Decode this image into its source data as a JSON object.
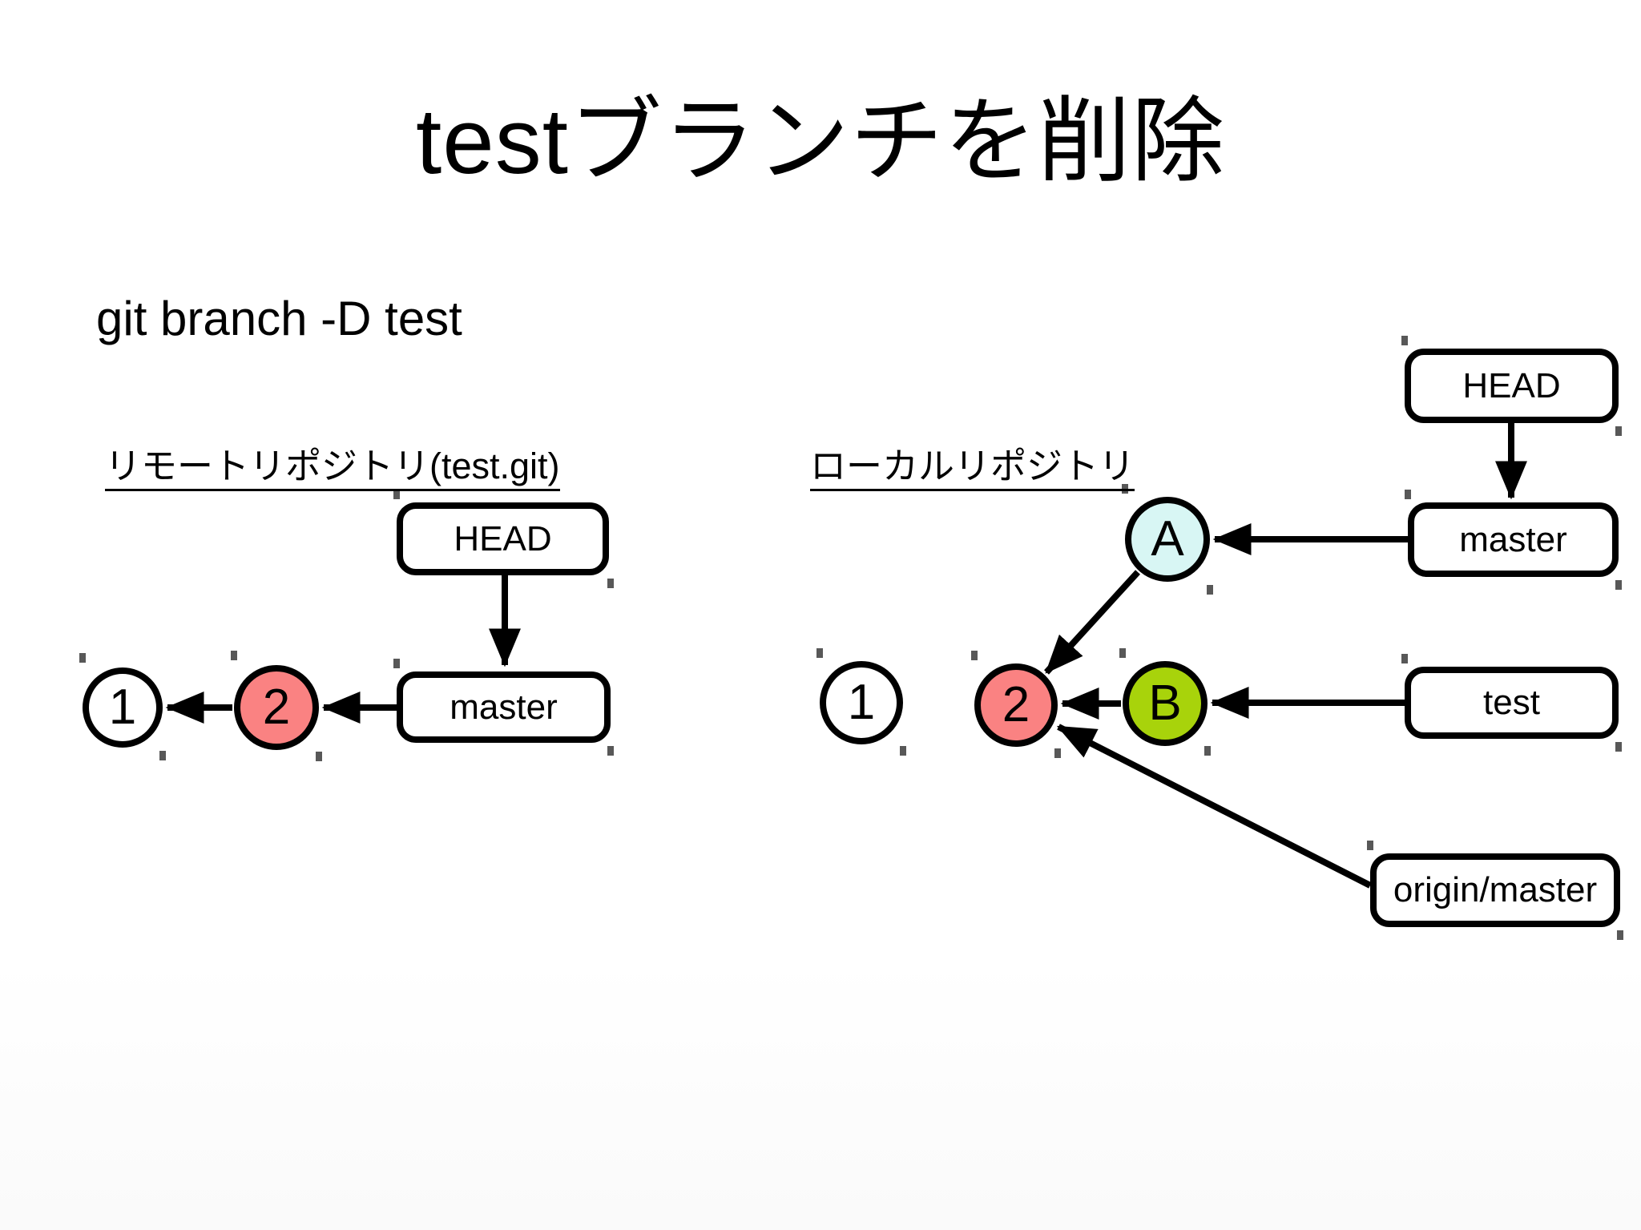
{
  "page": {
    "title": "testブランチを削除",
    "command": "git branch -D test"
  },
  "remote_repo": {
    "label": "リモートリポジトリ(test.git)",
    "head_label": "HEAD",
    "master_label": "master",
    "commit_1": "1",
    "commit_2": "2"
  },
  "local_repo": {
    "label": "ローカルリポジトリ",
    "head_label": "HEAD",
    "master_label": "master",
    "test_label": "test",
    "origin_master_label": "origin/master",
    "commit_1": "1",
    "commit_2": "2",
    "commit_a": "A",
    "commit_b": "B"
  },
  "colors": {
    "node_fill_default": "#ffffff",
    "node_fill_highlight": "#fa8282",
    "node_fill_a": "#d8f6f4",
    "node_fill_b": "#a8d30b",
    "line": "#000000"
  }
}
